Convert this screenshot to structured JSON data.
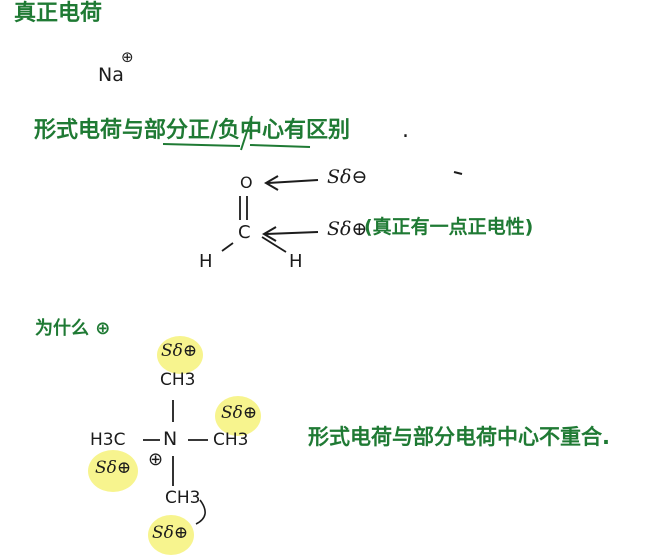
{
  "notes": {
    "title_real_charge": "真正电荷",
    "na_symbol": "Na",
    "na_charge": "⊕",
    "formal_charge_note": "形式电荷与部分正/负中心有区别",
    "dot_mark": ".",
    "formaldehyde": {
      "o": "O",
      "c": "C",
      "h_left": "H",
      "h_right": "H",
      "o_label": "Sδ⊖",
      "c_label": "Sδ⊕",
      "c_note": "(真正有一点正电性)"
    },
    "why_question": "为什么 ⊕",
    "ammonium": {
      "top_delta": "Sδ⊕",
      "top_group": "CH3",
      "left_group": "H3C",
      "nitrogen": "N",
      "right_group": "CH3",
      "right_delta": "Sδ⊕",
      "left_delta": "Sδ⊕",
      "n_charge": "⊕",
      "bottom_group": "CH3",
      "bottom_delta": "Sδ⊕"
    },
    "conclusion": "形式电荷与部分电荷中心不重合."
  },
  "colors": {
    "ink_green": "#1f7a34",
    "ink_dark": "#1c1c1c",
    "highlight": "#f6f27a",
    "background": "#ffffff"
  }
}
